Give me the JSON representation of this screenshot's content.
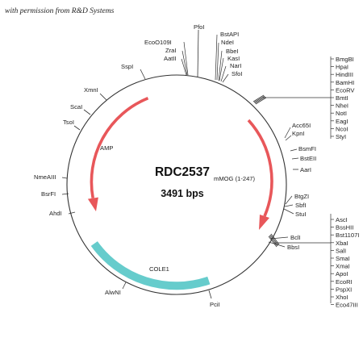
{
  "permission_note": "with permission from R&D Systems",
  "plasmid": {
    "name": "RDC2537",
    "size_label": "3491 bps"
  },
  "features": [
    {
      "label": "AMP"
    },
    {
      "label": "mMOG (1-247)"
    },
    {
      "label": "COLE1"
    }
  ],
  "sites": [
    {
      "label": "PfoI"
    },
    {
      "label": "BstAPI"
    },
    {
      "label": "NdeI"
    },
    {
      "label": "BbeI"
    },
    {
      "label": "KasI"
    },
    {
      "label": "NarI"
    },
    {
      "label": "SfoI"
    },
    {
      "label": "EcoO109I"
    },
    {
      "label": "ZraI"
    },
    {
      "label": "AatII"
    },
    {
      "label": "SspI"
    },
    {
      "label": "XmnI"
    },
    {
      "label": "ScaI"
    },
    {
      "label": "TsoI"
    },
    {
      "label": "NmeAIII"
    },
    {
      "label": "BsrFI"
    },
    {
      "label": "AhdI"
    },
    {
      "label": "AlwNI"
    },
    {
      "label": "PciI"
    },
    {
      "label": "Acc65I"
    },
    {
      "label": "KpnI"
    },
    {
      "label": "BsmFI"
    },
    {
      "label": "BstEII"
    },
    {
      "label": "AarI"
    },
    {
      "label": "BtgZI"
    },
    {
      "label": "SbfI"
    },
    {
      "label": "StuI"
    },
    {
      "label": "BclI"
    },
    {
      "label": "BbsI"
    }
  ],
  "mcs_upper": [
    "BmgBI",
    "HpaI",
    "HindIII",
    "BamHI",
    "EcoRV",
    "BmtI",
    "NheI",
    "NotI",
    "EagI",
    "NcoI",
    "StyI"
  ],
  "mcs_lower": [
    "AscI",
    "BssHII",
    "Bst1107I",
    "XbaI",
    "SalI",
    "SmaI",
    "XmaI",
    "ApoI",
    "EcoRI",
    "PspXI",
    "XhoI",
    "Eco47III"
  ],
  "colors": {
    "backbone": "#333333",
    "amp_arrow": "#e8575a",
    "mmog_arrow": "#e8575a",
    "cole1": "#66cccc"
  }
}
